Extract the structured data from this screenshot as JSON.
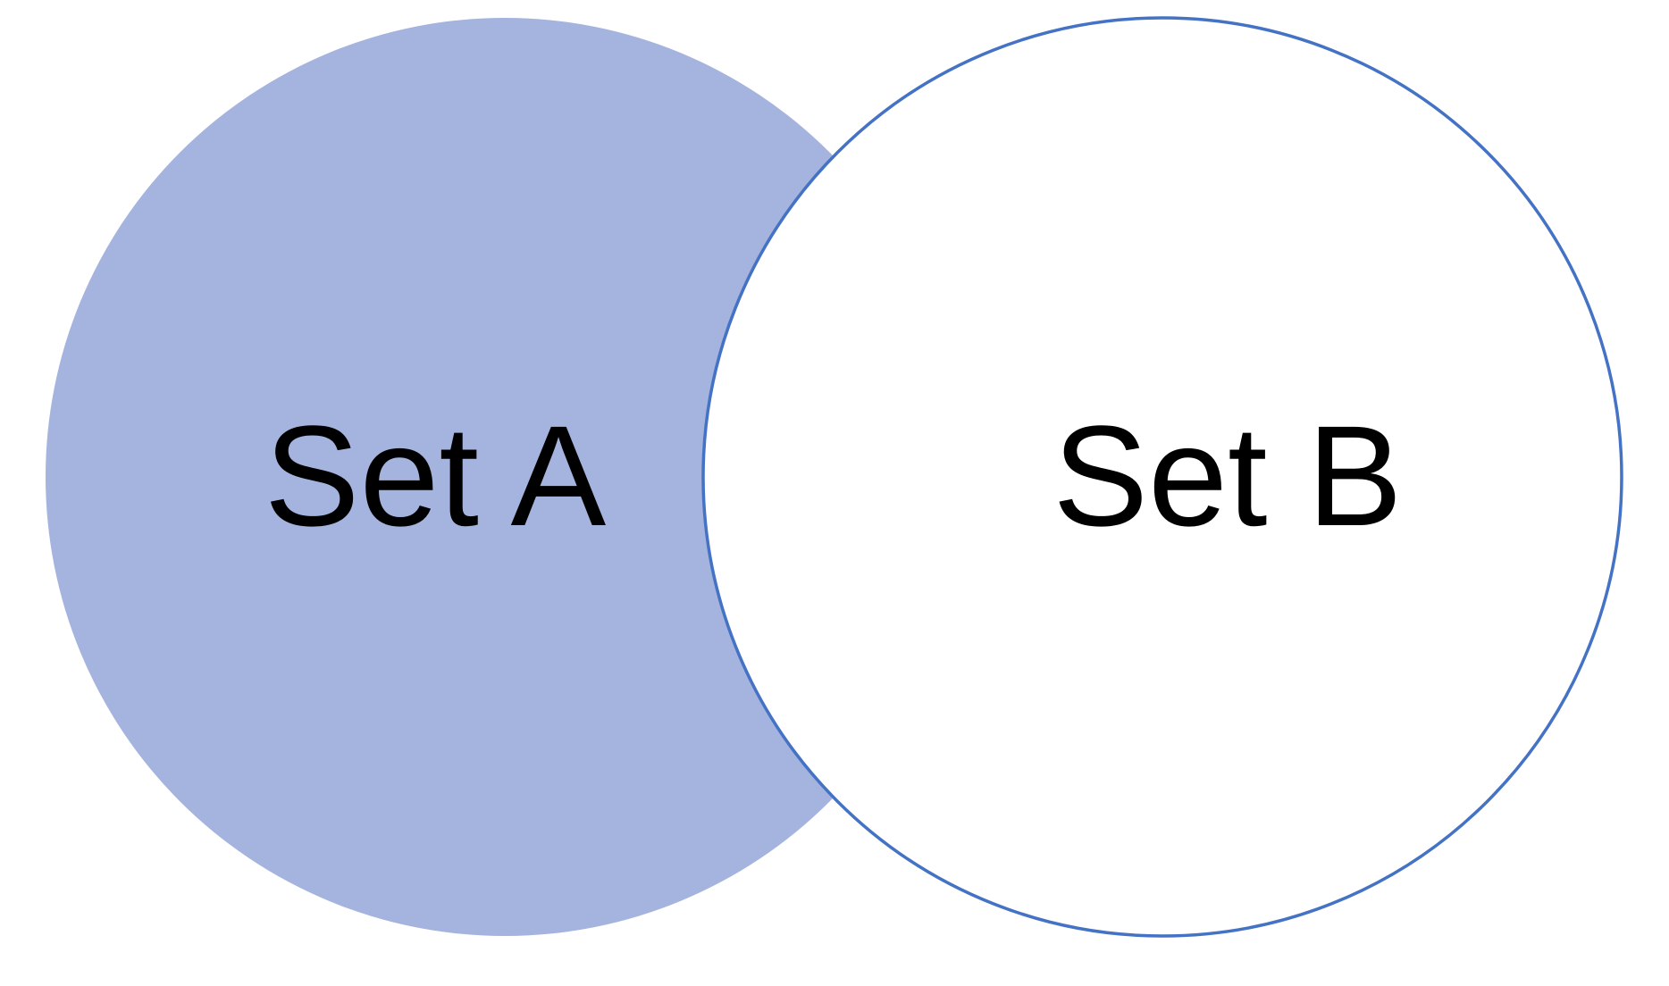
{
  "diagram": {
    "type": "venn-two-circles",
    "sets": [
      {
        "label": "Set A",
        "style": "filled"
      },
      {
        "label": "Set B",
        "style": "outlined"
      }
    ],
    "relationship": "overlapping"
  },
  "colors": {
    "background": "#ffffff",
    "set_a_fill": "#A5B4DE",
    "set_b_fill": "#FFFFFF",
    "set_b_stroke": "#4472C4",
    "label_color": "#000000"
  }
}
